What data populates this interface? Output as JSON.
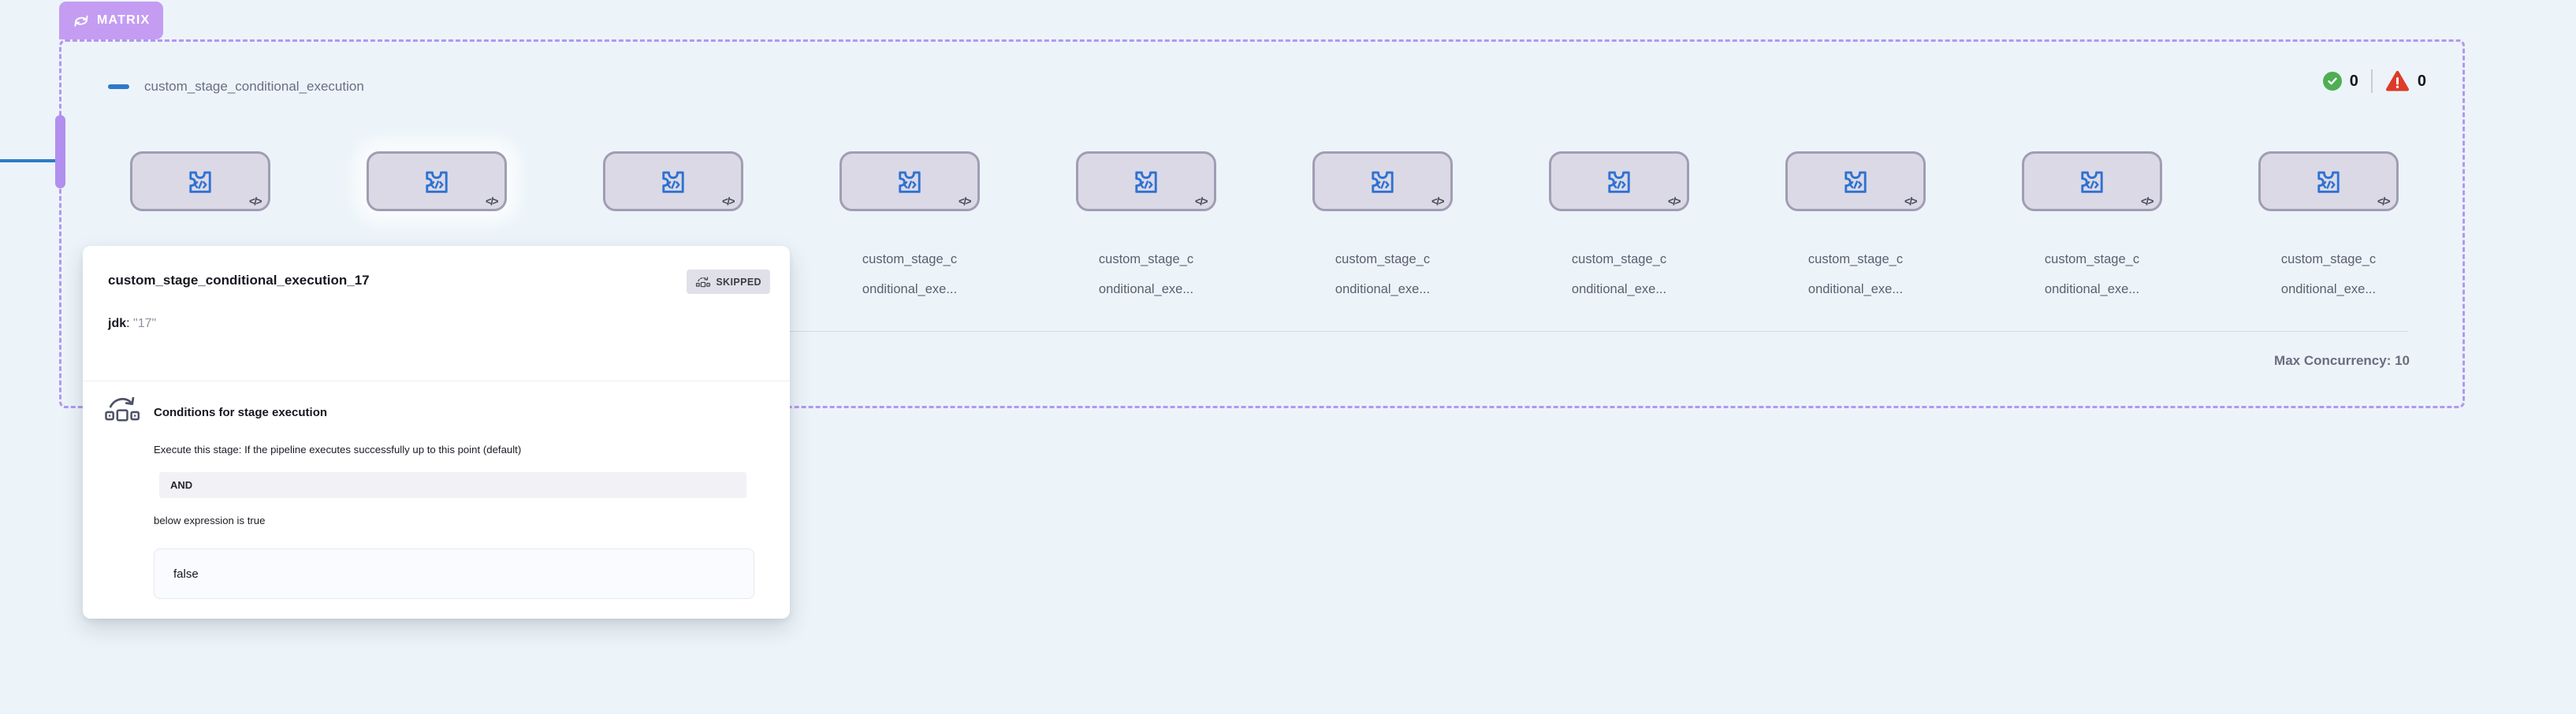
{
  "matrix": {
    "badge_label": "MATRIX",
    "title": "custom_stage_conditional_execution",
    "success_count": "0",
    "error_count": "0",
    "max_concurrency": "Max Concurrency: 10",
    "stages": [
      {
        "label1": "",
        "label2": ""
      },
      {
        "label1": "",
        "label2": ""
      },
      {
        "label1": "",
        "label2": ""
      },
      {
        "label1": "custom_stage_c",
        "label2": "onditional_exe..."
      },
      {
        "label1": "custom_stage_c",
        "label2": "onditional_exe..."
      },
      {
        "label1": "custom_stage_c",
        "label2": "onditional_exe..."
      },
      {
        "label1": "custom_stage_c",
        "label2": "onditional_exe..."
      },
      {
        "label1": "custom_stage_c",
        "label2": "onditional_exe..."
      },
      {
        "label1": "custom_stage_c",
        "label2": "onditional_exe..."
      },
      {
        "label1": "custom_stage_c",
        "label2": "onditional_exe..."
      }
    ]
  },
  "node": {
    "code_glyph": "</>"
  },
  "tooltip": {
    "title": "custom_stage_conditional_execution_17",
    "badge": "SKIPPED",
    "param_key": "jdk",
    "param_sep": ": ",
    "param_value": "\"17\"",
    "conditions_heading": "Conditions for stage execution",
    "conditions_line1": "Execute this stage: If the pipeline executes successfully up to this point (default)",
    "operator": "AND",
    "conditions_line2": "below expression is true",
    "expression": "false"
  },
  "icons": {
    "matrix_badge": "loop-icon",
    "stage": "code-step-icon",
    "success": "check-circle-icon",
    "error": "warning-triangle-icon",
    "skipped": "skip-icon"
  },
  "colors": {
    "background": "#ecf4f9",
    "matrix_badge_bg": "#c49df2",
    "matrix_border": "#b596f0",
    "connector_blue": "#2e7bc9",
    "node_fill": "#dbd9e6",
    "node_border": "#a09db3",
    "node_icon_blue": "#2e72d2",
    "success_green": "#4fae53",
    "error_red": "#dd3a2a",
    "title_gray": "#6b6e84"
  }
}
